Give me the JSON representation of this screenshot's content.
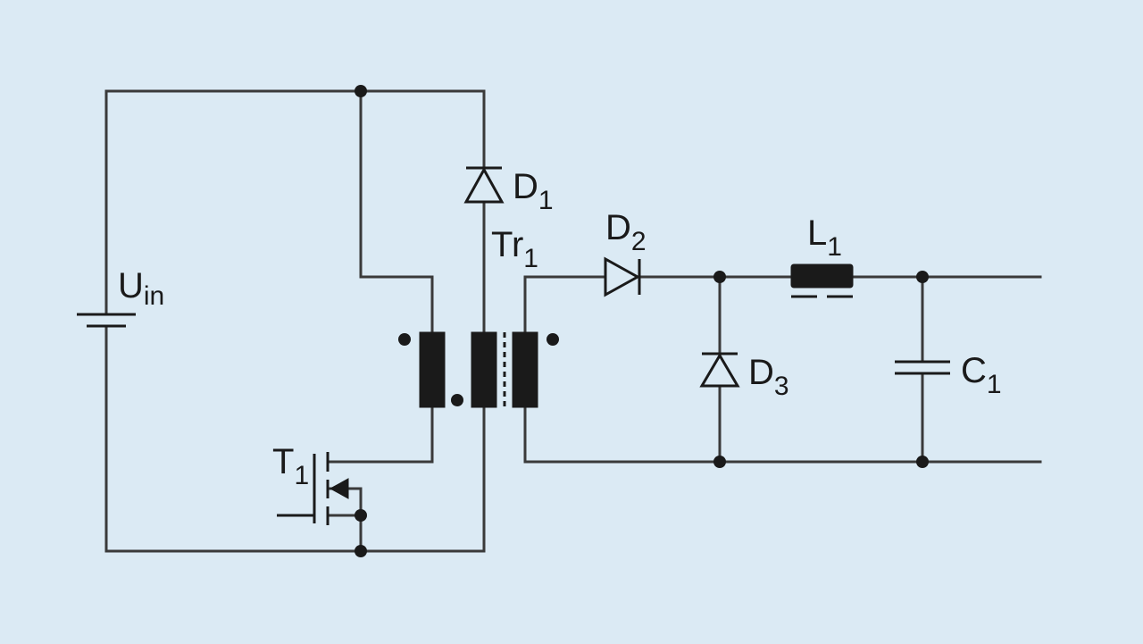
{
  "colors": {
    "background": "#dbeaf4",
    "wire": "#3a3a3a",
    "component": "#1a1a1a"
  },
  "labels": {
    "uin": {
      "main": "U",
      "sub": "in"
    },
    "d1": {
      "main": "D",
      "sub": "1"
    },
    "d2": {
      "main": "D",
      "sub": "2"
    },
    "d3": {
      "main": "D",
      "sub": "3"
    },
    "tr1": {
      "main": "Tr",
      "sub": "1"
    },
    "l1": {
      "main": "L",
      "sub": "1"
    },
    "c1": {
      "main": "C",
      "sub": "1"
    },
    "t1": {
      "main": "T",
      "sub": "1"
    }
  },
  "components": {
    "battery": "Uin",
    "diode_d1": "D1",
    "diode_d2": "D2",
    "diode_d3": "D3",
    "transformer": "Tr1",
    "inductor": "L1",
    "capacitor": "C1",
    "mosfet": "T1"
  }
}
